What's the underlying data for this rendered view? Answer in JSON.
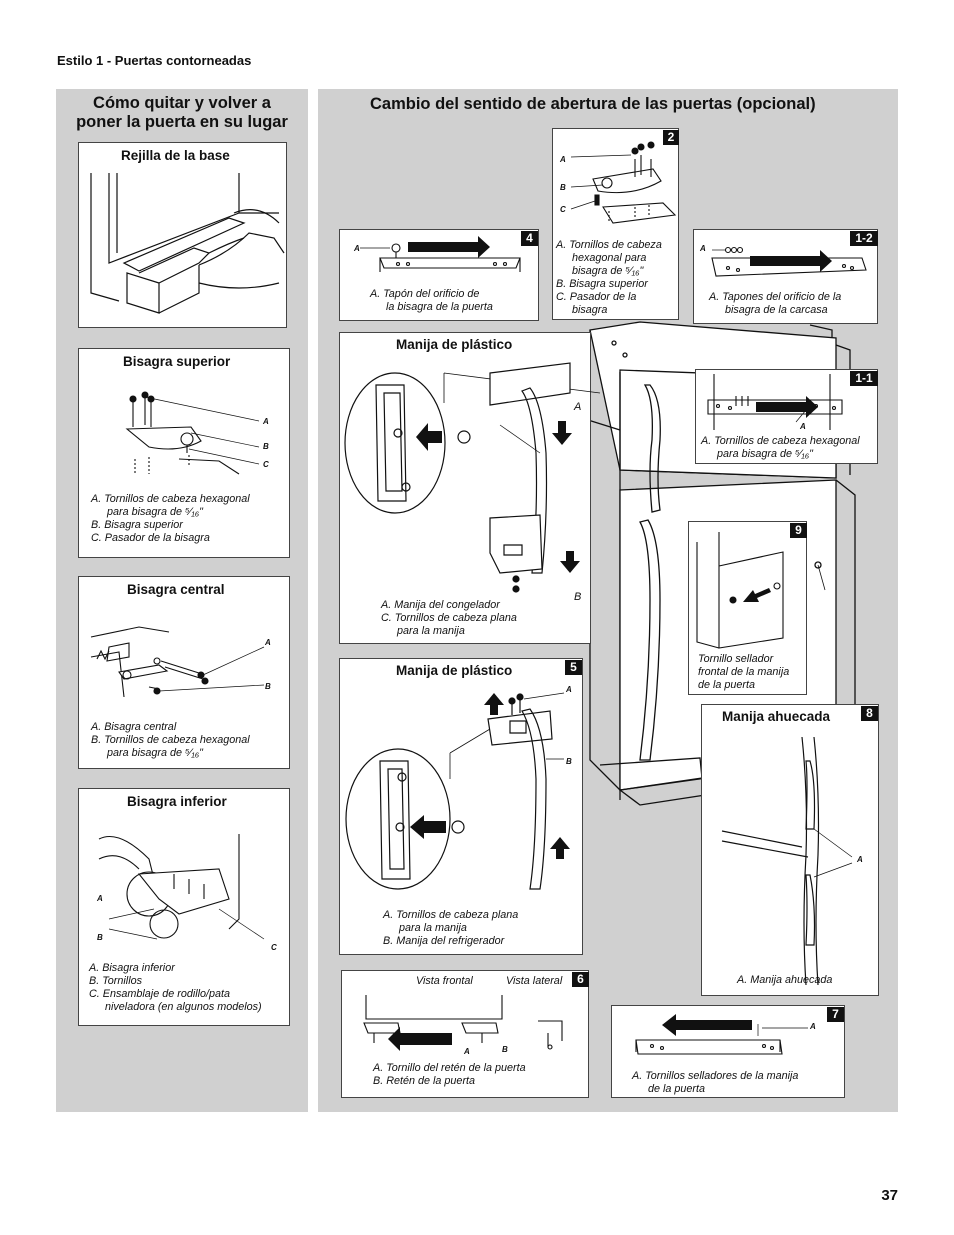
{
  "section_heading": "Estilo 1 - Puertas contorneadas",
  "left": {
    "title_line1": "Cómo quitar y volver a",
    "title_line2": "poner la puerta en su lugar",
    "base_grille": {
      "title": "Rejilla de la base"
    },
    "top_hinge": {
      "title": "Bisagra superior",
      "labels": [
        "A",
        "B",
        "C"
      ],
      "caption": [
        "A. Tornillos de cabeza hexagonal",
        "para bisagra de ⁵⁄₁₆\"",
        "B. Bisagra superior",
        "C. Pasador de la bisagra"
      ]
    },
    "center_hinge": {
      "title": "Bisagra central",
      "labels": [
        "A",
        "B"
      ],
      "caption": [
        "A. Bisagra central",
        "B. Tornillos de cabeza hexagonal",
        "para bisagra de ⁵⁄₁₆\""
      ]
    },
    "bottom_hinge": {
      "title": "Bisagra inferior",
      "labels": [
        "A",
        "B",
        "C"
      ],
      "caption": [
        "A. Bisagra inferior",
        "B. Tornillos",
        "C. Ensamblaje de rodillo/pata",
        "niveladora (en algunos modelos)"
      ]
    }
  },
  "right": {
    "title": "Cambio del sentido de abertura de las puertas (opcional)",
    "step2": {
      "num": "2",
      "labels": [
        "A",
        "B",
        "C"
      ],
      "caption": [
        "A. Tornillos de cabeza",
        "hexagonal para",
        "bisagra de ⁵⁄₁₆\"",
        "B. Bisagra superior",
        "C. Pasador de la",
        "bisagra"
      ]
    },
    "step4": {
      "num": "4",
      "label": "A",
      "caption": [
        "A. Tapón del orificio de",
        "la bisagra de la puerta"
      ]
    },
    "step1_2": {
      "num": "1-2",
      "label": "A",
      "caption": [
        "A. Tapones del orificio de la",
        "bisagra de la carcasa"
      ]
    },
    "step1_1": {
      "num": "1-1",
      "label": "A",
      "caption": [
        "A. Tornillos de cabeza hexagonal",
        "para bisagra de ⁵⁄₁₆\""
      ]
    },
    "step3": {
      "title": "Manija de plástico",
      "labels": [
        "A",
        "B"
      ],
      "caption": [
        "A. Manija del congelador",
        "C. Tornillos de cabeza plana",
        "para la manija"
      ]
    },
    "step9": {
      "num": "9",
      "caption": [
        "Tornillo sellador",
        "frontal de la manija",
        "de la puerta"
      ]
    },
    "step5": {
      "num": "5",
      "title": "Manija de plástico",
      "labels": [
        "A",
        "B"
      ],
      "caption": [
        "A. Tornillos de cabeza plana",
        "para la manija",
        "B. Manija del refrigerador"
      ]
    },
    "step8": {
      "num": "8",
      "title": "Manija ahuecada",
      "label": "A",
      "caption": [
        "A. Manija ahuecada"
      ]
    },
    "step6": {
      "num": "6",
      "view_front": "Vista frontal",
      "view_side": "Vista lateral",
      "labels": [
        "A",
        "B"
      ],
      "caption": [
        "A. Tornillo del retén de la puerta",
        "B. Retén de la puerta"
      ]
    },
    "step7": {
      "num": "7",
      "label": "A",
      "caption": [
        "A. Tornillos selladores de la manija",
        "de la puerta"
      ]
    }
  },
  "page_number": "37"
}
